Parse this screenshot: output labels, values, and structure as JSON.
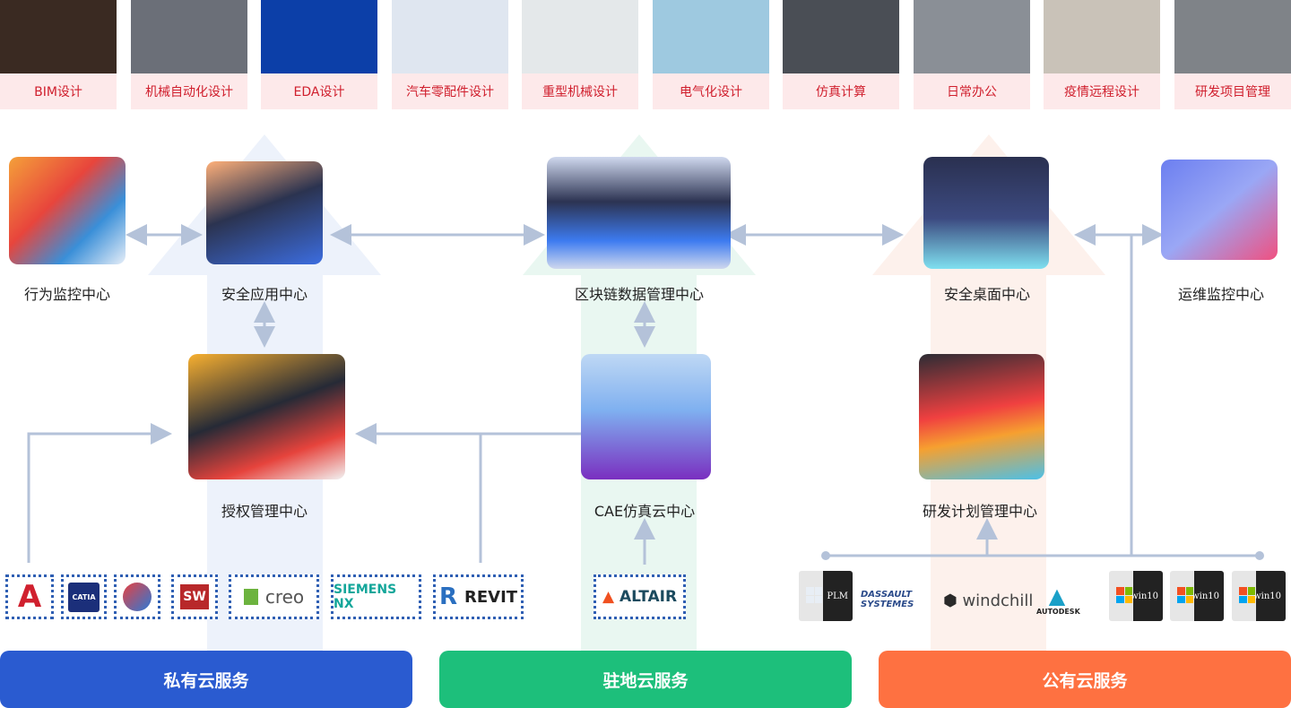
{
  "scenarios": [
    {
      "label": "BIM设计",
      "color": "#3a2a22"
    },
    {
      "label": "机械自动化设计",
      "color": "#6b6f78"
    },
    {
      "label": "EDA设计",
      "color": "#0c3fa8"
    },
    {
      "label": "汽车零配件设计",
      "color": "#dfe6f0"
    },
    {
      "label": "重型机械设计",
      "color": "#e4e8ea"
    },
    {
      "label": "电气化设计",
      "color": "#9ec9e0"
    },
    {
      "label": "仿真计算",
      "color": "#4a4e55"
    },
    {
      "label": "日常办公",
      "color": "#8a8f96"
    },
    {
      "label": "疫情远程设计",
      "color": "#c9c2b8"
    },
    {
      "label": "研发项目管理",
      "color": "#7f8388"
    }
  ],
  "nodes": {
    "behavior_monitor": "行为监控中心",
    "security_app": "安全应用中心",
    "blockchain_data": "区块链数据管理中心",
    "secure_desktop": "安全桌面中心",
    "ops_monitor": "运维监控中心",
    "license_mgmt": "授权管理中心",
    "cae_cloud": "CAE仿真云中心",
    "rd_plan": "研发计划管理中心"
  },
  "software_logos": {
    "private": [
      "A",
      "CATIA",
      "",
      "SW",
      "creo",
      "SIEMENS NX",
      "REVIT"
    ],
    "onprem": [
      "ALTAIR"
    ],
    "public": [
      "PLM",
      "DASSAULT SYSTEMES",
      "windchill",
      "AUTODESK",
      "win10",
      "win10",
      "win10"
    ]
  },
  "services": {
    "private": "私有云服务",
    "onprem": "驻地云服务",
    "public": "公有云服务"
  },
  "colors": {
    "private": "#2a5bd0",
    "onprem": "#1dbf7b",
    "public": "#fe7141",
    "connector": "#b4c2d9"
  }
}
